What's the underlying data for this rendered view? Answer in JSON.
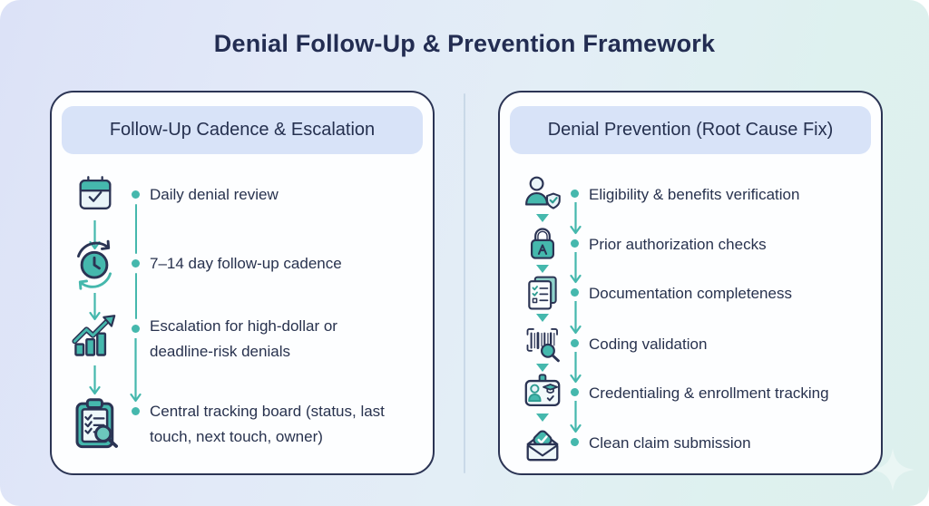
{
  "title": "Denial Follow-Up & Prevention Framework",
  "colors": {
    "accent_teal": "#45b8ad",
    "outline_navy": "#2b3454",
    "header_pill_bg": "#d8e3f8",
    "panel_border": "#2b3454",
    "text_navy": "#28324e",
    "icon_light_fill": "#e9f4f8"
  },
  "left_panel": {
    "header": "Follow-Up Cadence & Escalation",
    "items": [
      {
        "icon": "calendar-check-icon",
        "text": "Daily denial review"
      },
      {
        "icon": "cycle-clock-icon",
        "text": "7–14 day follow-up cadence"
      },
      {
        "icon": "growth-chart-icon",
        "text": "Escalation for high-dollar or deadline-risk denials"
      },
      {
        "icon": "clipboard-search-icon",
        "text": "Central tracking board (status, last touch, next touch, owner)"
      }
    ]
  },
  "right_panel": {
    "header": "Denial Prevention (Root Cause Fix)",
    "items": [
      {
        "icon": "person-shield-check-icon",
        "text": "Eligibility & benefits verification"
      },
      {
        "icon": "authorization-lock-icon",
        "text": "Prior authorization checks"
      },
      {
        "icon": "documents-checklist-icon",
        "text": "Documentation completeness"
      },
      {
        "icon": "barcode-search-icon",
        "text": "Coding validation"
      },
      {
        "icon": "id-badge-credential-icon",
        "text": "Credentialing & enrollment tracking"
      },
      {
        "icon": "envelope-check-icon",
        "text": "Clean claim submission"
      }
    ]
  }
}
